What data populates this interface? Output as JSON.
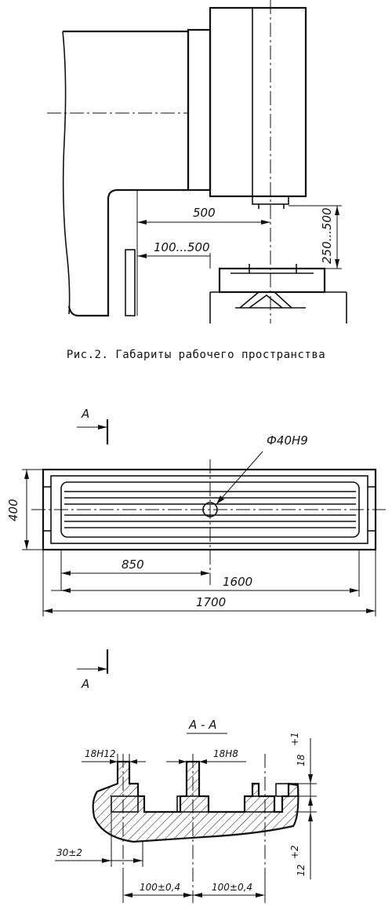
{
  "figure2": {
    "caption": "Рис.2. Габариты рабочего пространства",
    "dimensions": {
      "spindle_reach": "500",
      "column_gap": "100...500",
      "vertical_range": "250...500"
    }
  },
  "table_plan": {
    "section_mark_top": "A",
    "section_mark_bottom": "A",
    "hole": "Ф40H9",
    "width": "400",
    "offset": "850",
    "working_length": "1600",
    "overall_length": "1700"
  },
  "section_view": {
    "title": "A - A",
    "slot_width_1": "18H12",
    "slot_width_2": "18H8",
    "depth_tol": "18",
    "depth_tol_sup": "+1",
    "edge_dim": "30±2",
    "lower_dim": "12",
    "lower_dim_sup": "+2",
    "pitch_1": "100±0,4",
    "pitch_2": "100±0,4"
  }
}
